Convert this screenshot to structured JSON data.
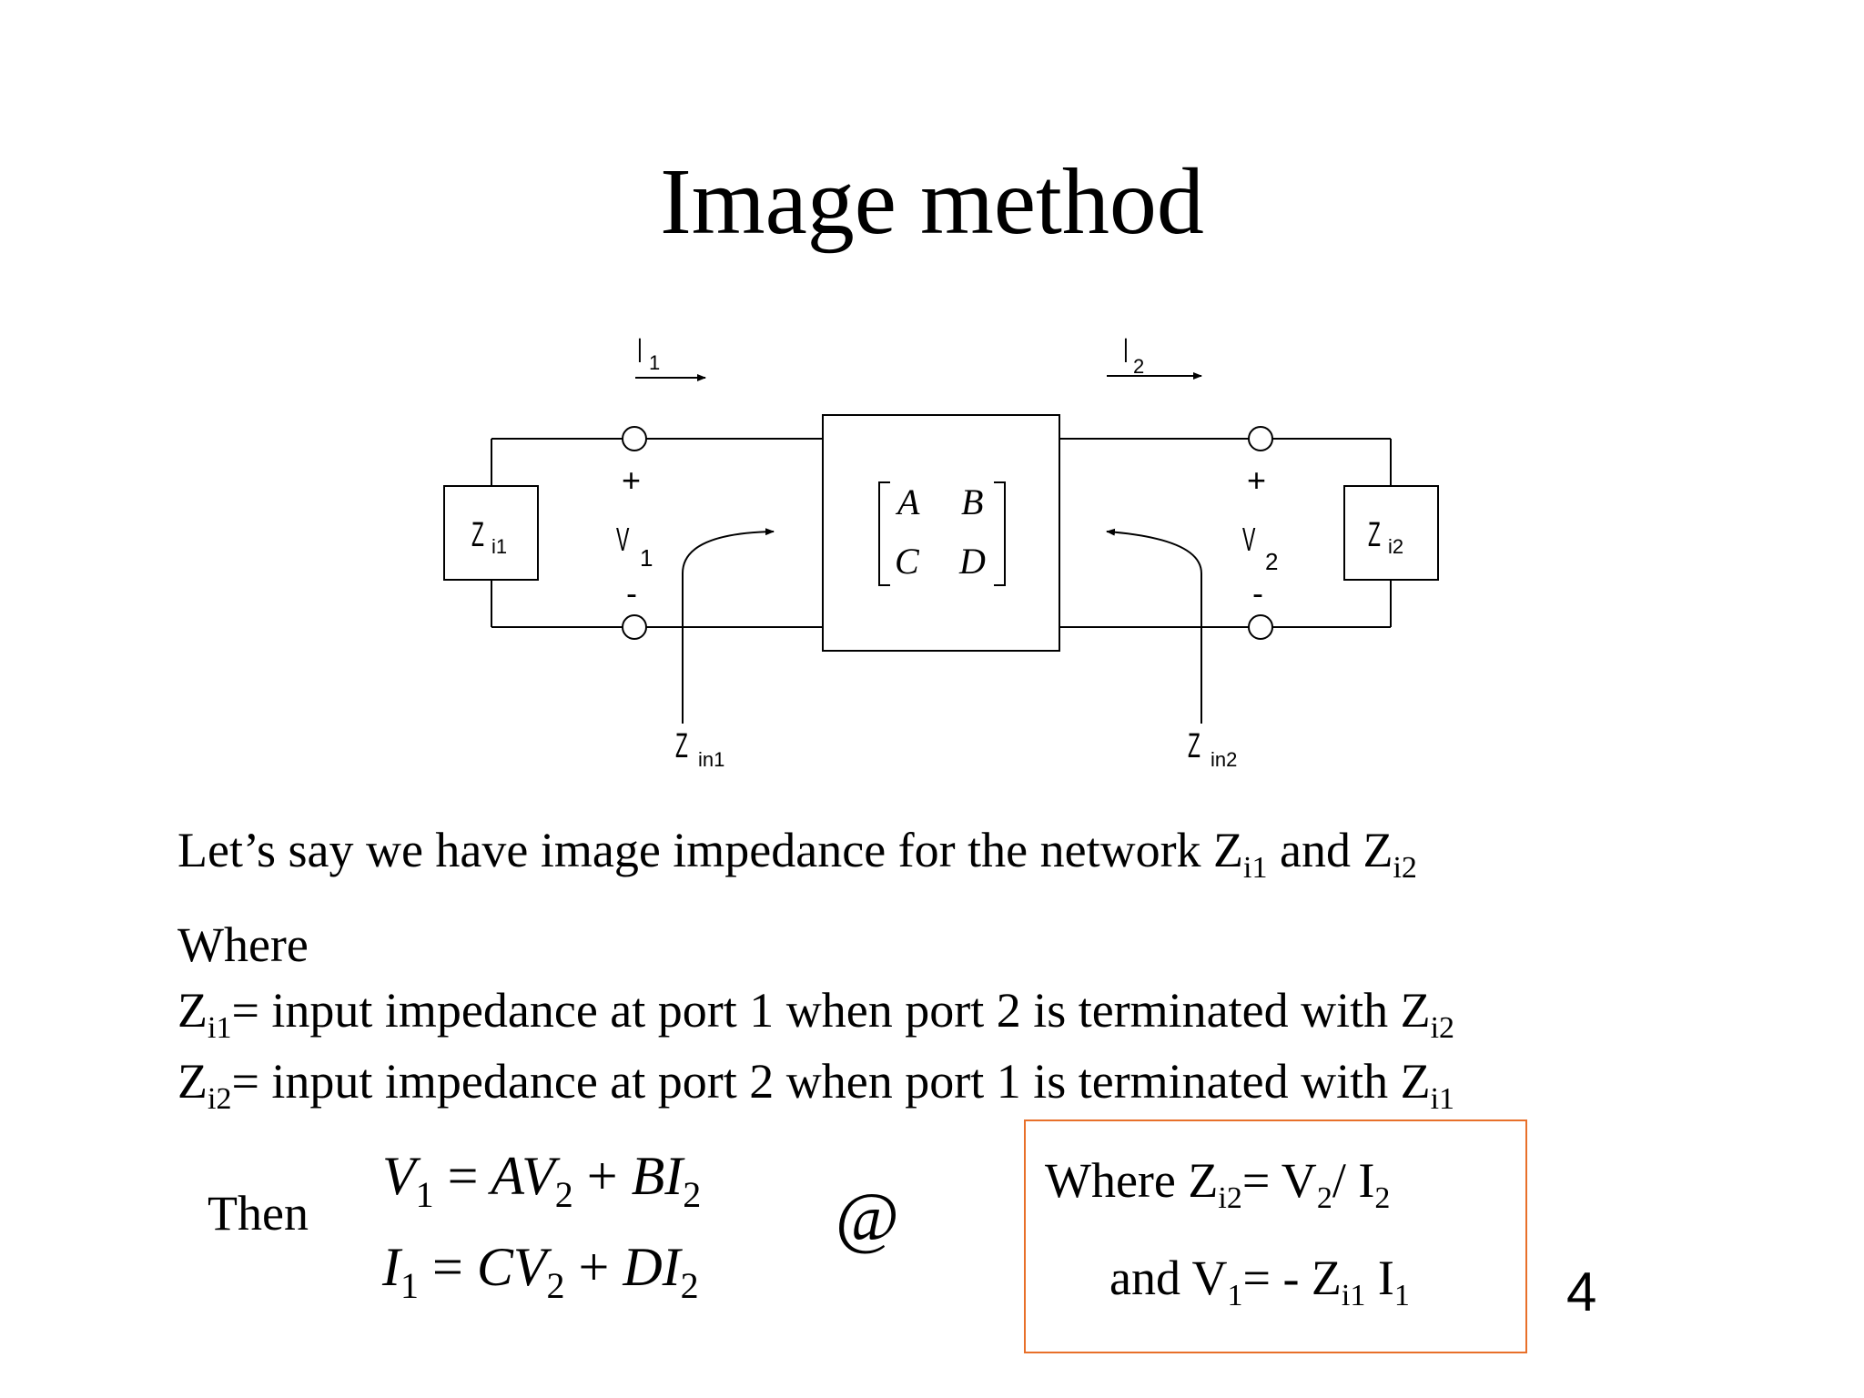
{
  "slide": {
    "title": "Image method",
    "page_number": "4",
    "accent_color": "#e8702a"
  },
  "diagram": {
    "matrix": [
      "A",
      "B",
      "C",
      "D"
    ],
    "port1": {
      "current": "I",
      "current_sub": "1",
      "voltage": "V",
      "voltage_sub": "1",
      "plus": "+",
      "minus": "-",
      "image_impedance": "Z",
      "image_impedance_sub": "i1",
      "input_impedance": "Z",
      "input_impedance_sub": "in1"
    },
    "port2": {
      "current": "I",
      "current_sub": "2",
      "voltage": "V",
      "voltage_sub": "2",
      "plus": "+",
      "minus": "-",
      "image_impedance": "Z",
      "image_impedance_sub": "i2",
      "input_impedance": "Z",
      "input_impedance_sub": "in2"
    }
  },
  "text": {
    "intro": {
      "pre": "Let’s say  we have image impedance for the network Z",
      "sub1": "i1",
      "mid": " and Z",
      "sub2": "i2"
    },
    "where": "Where",
    "def1": {
      "z": "Z",
      "z_sub": "i1",
      "text": "= input impedance at port 1 when port 2 is terminated with Z",
      "end_sub": "i2"
    },
    "def2": {
      "z": "Z",
      "z_sub": "i2",
      "text": "= input impedance at port 2 when port 1 is terminated with Z",
      "end_sub": "i1"
    },
    "then": "Then",
    "at_symbol": "@"
  },
  "equations": {
    "eq1": {
      "lhs": "V",
      "lhs_sub": "1",
      "eq": "=",
      "t1": "AV",
      "t1_sub": "2",
      "plus": "+",
      "t2": "BI",
      "t2_sub": "2"
    },
    "eq2": {
      "lhs": "I",
      "lhs_sub": "1",
      "eq": "=",
      "t1": "CV",
      "t1_sub": "2",
      "plus": "+",
      "t2": "DI",
      "t2_sub": "2"
    }
  },
  "conditions": {
    "line1": {
      "pre": "Where Z",
      "s1": "i2",
      "mid": "= V",
      "s2": "2",
      "post": "/ I",
      "s3": "2"
    },
    "line2": {
      "pre": "and  V",
      "s1": "1",
      "mid": "= - Z",
      "s2": "i1",
      "post": " I",
      "s3": "1"
    }
  }
}
